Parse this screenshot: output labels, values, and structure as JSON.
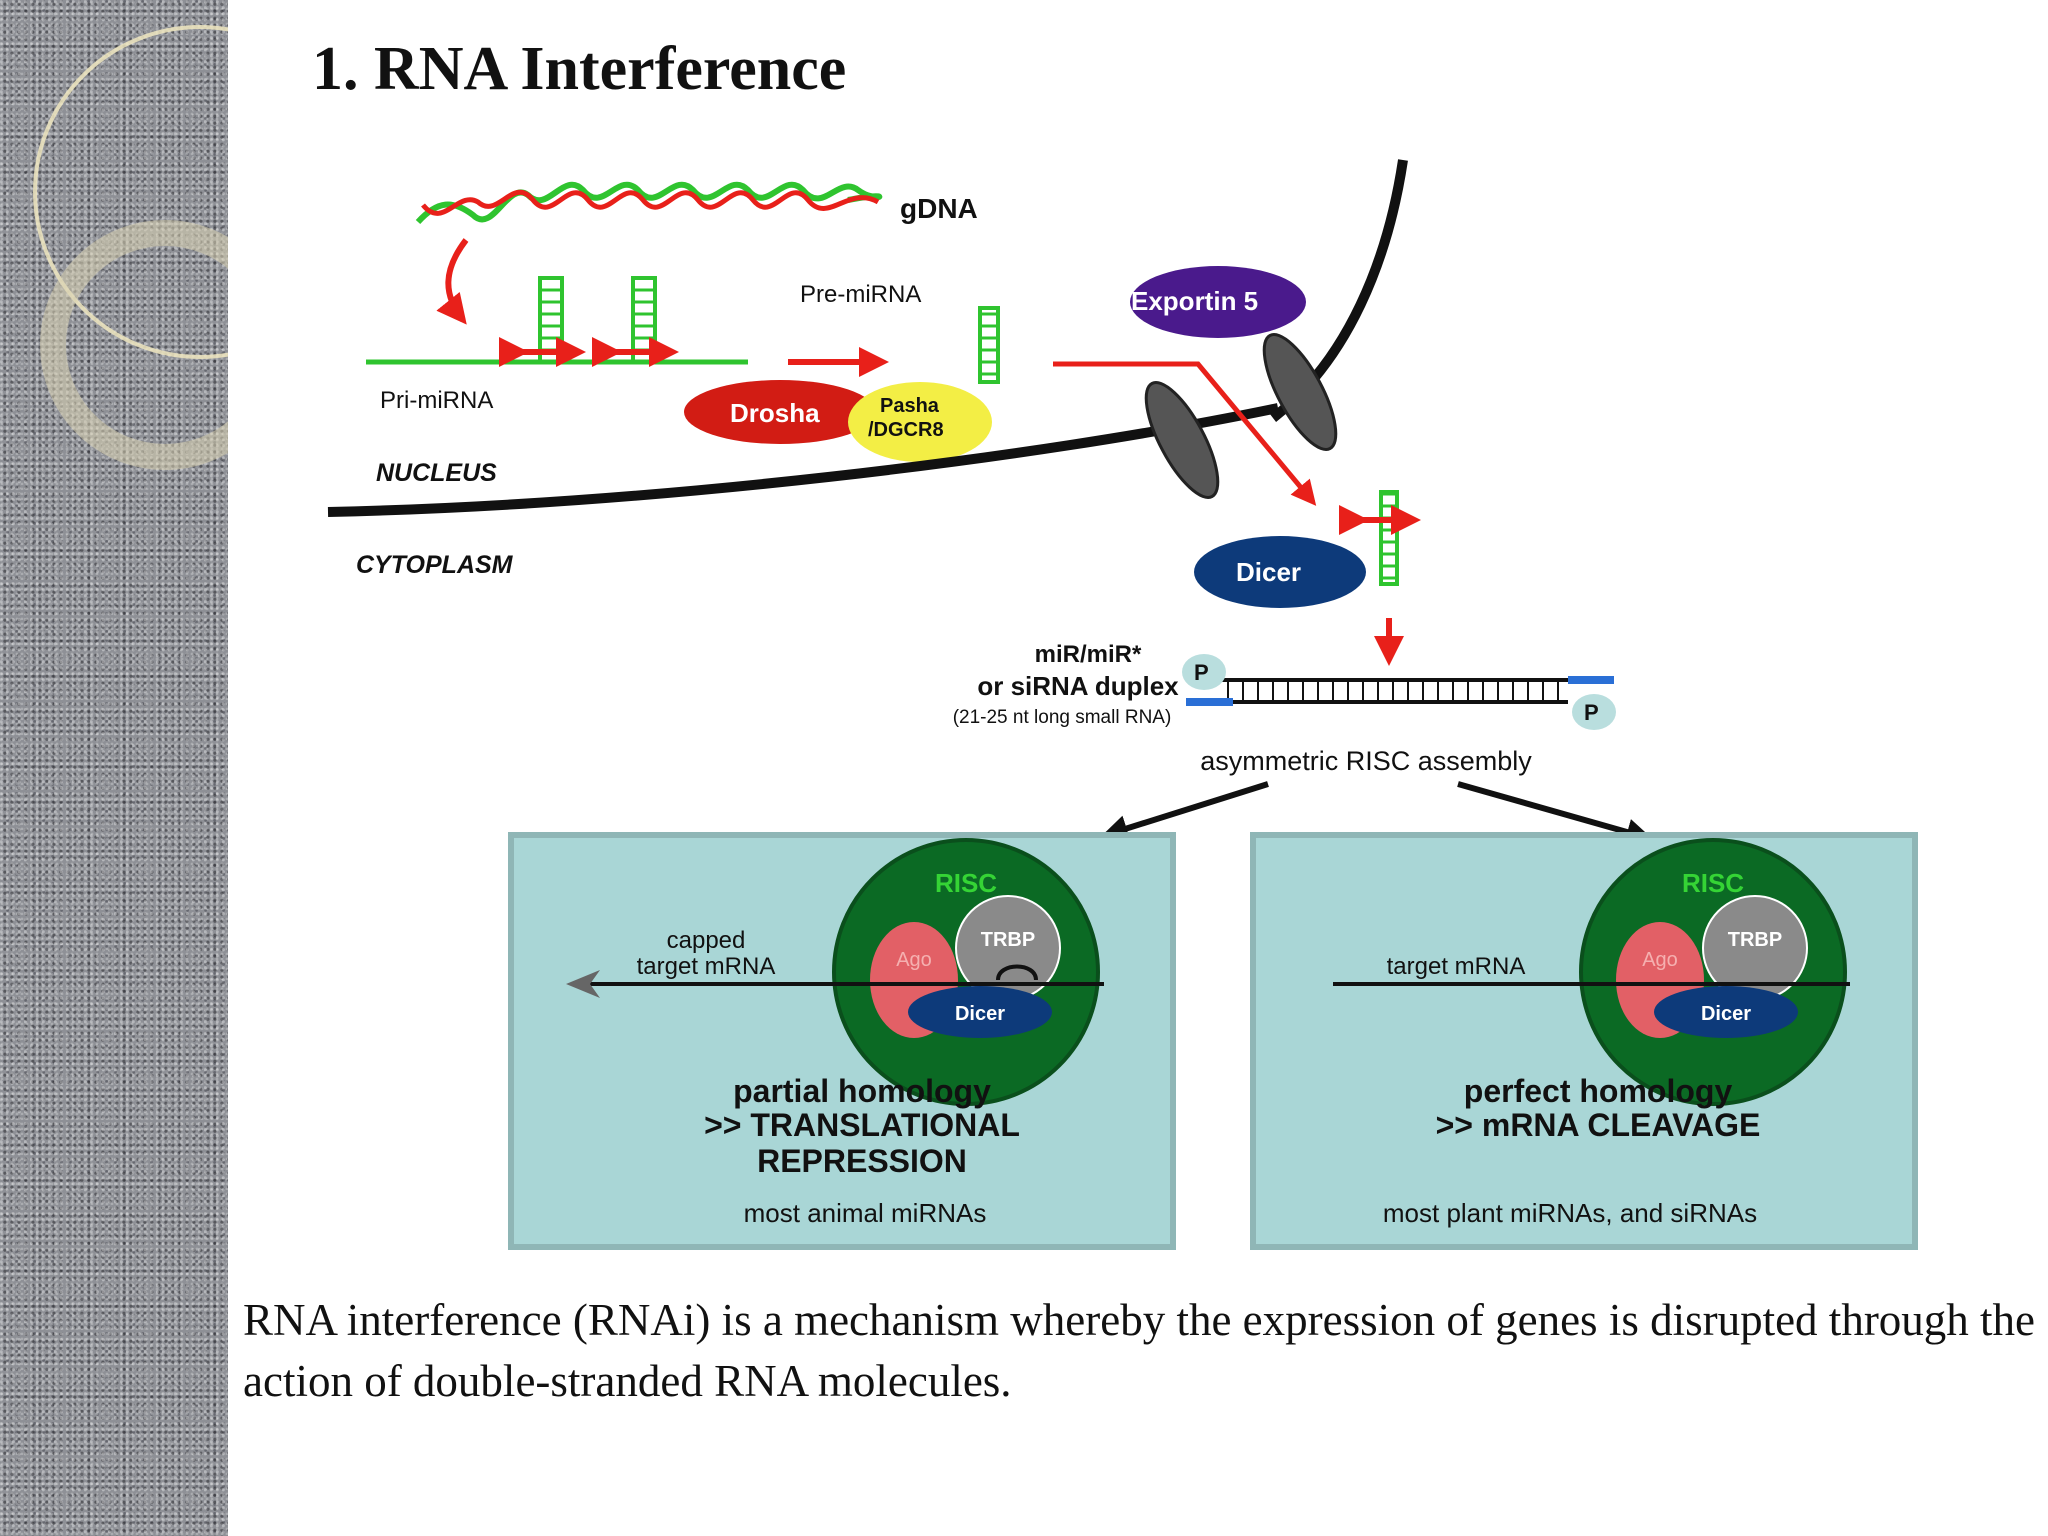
{
  "slide": {
    "title": "1. RNA Interference",
    "caption": " RNA interference (RNAi) is a mechanism whereby the expression of genes is disrupted through the action of double-stranded RNA molecules."
  },
  "diagram": {
    "gdna": "gDNA",
    "pri_mirna": "Pri-miRNA",
    "pre_mirna": "Pre-miRNA",
    "drosha": "Drosha",
    "pasha_line1": "Pasha",
    "pasha_line2": "/DGCR8",
    "exportin": "Exportin 5",
    "nucleus": "NUCLEUS",
    "cytoplasm": "CYTOPLASM",
    "dicer": "Dicer",
    "duplex_line1": "miR/miR*",
    "duplex_line2": "or siRNA duplex",
    "duplex_line3": "(21-25 nt long small RNA)",
    "phosphate": "P",
    "risc_assembly": "asymmetric RISC assembly",
    "left_panel": {
      "risc": "RISC",
      "ago": "Ago",
      "trbp": "TRBP",
      "dicer": "Dicer",
      "target_line1": "capped",
      "target_line2": "target mRNA",
      "outcome_line1": "partial homology",
      "outcome_line2": ">> TRANSLATIONAL",
      "outcome_line3": "REPRESSION",
      "note": "most animal miRNAs"
    },
    "right_panel": {
      "risc": "RISC",
      "ago": "Ago",
      "trbp": "TRBP",
      "dicer": "Dicer",
      "target": "target mRNA",
      "outcome_line1": "perfect homology",
      "outcome_line2": ">> mRNA CLEAVAGE",
      "note": "most plant miRNAs, and siRNAs"
    },
    "colors": {
      "green": "#2fc42f",
      "red": "#e8201a",
      "exportin": "#4a1a8c",
      "dicer": "#0d3a7a",
      "panel": "#a9d6d6",
      "risc_ring": "#0b6a24",
      "ago": "#e26066",
      "trbp": "#8a8a8a"
    }
  }
}
